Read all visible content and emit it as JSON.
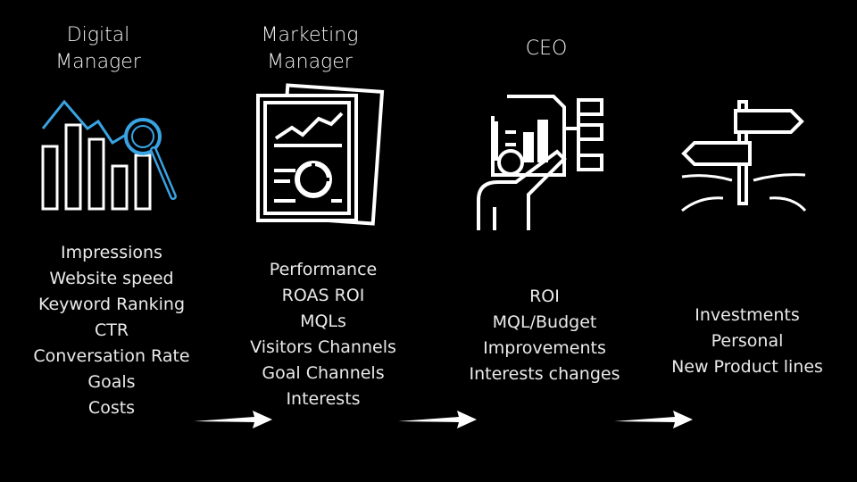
{
  "columns": [
    {
      "title_lines": [
        "Digital",
        "Manager"
      ],
      "icon": "bar-chart-magnifier-icon",
      "items": [
        "Impressions",
        "Website speed",
        "Keyword Ranking",
        "CTR",
        "Conversation Rate",
        "Goals",
        "Costs"
      ]
    },
    {
      "title_lines": [
        "Marketing",
        "Manager"
      ],
      "icon": "report-documents-icon",
      "items": [
        "Performance",
        "ROAS ROI",
        "MQLs",
        "Visitors Channels",
        "Goal Channels",
        "Interests"
      ]
    },
    {
      "title_lines": [
        "CEO"
      ],
      "icon": "presenter-flowchart-icon",
      "items": [
        "ROI",
        "MQL/Budget",
        "Improvements",
        "Interests changes"
      ]
    },
    {
      "title_lines": [],
      "icon": "signpost-crossroads-icon",
      "items": [
        "Investments",
        "Personal",
        "New Product lines"
      ]
    }
  ],
  "colors": {
    "background": "#000000",
    "text": "#eaeaea",
    "accent": "#3aa3e3"
  }
}
